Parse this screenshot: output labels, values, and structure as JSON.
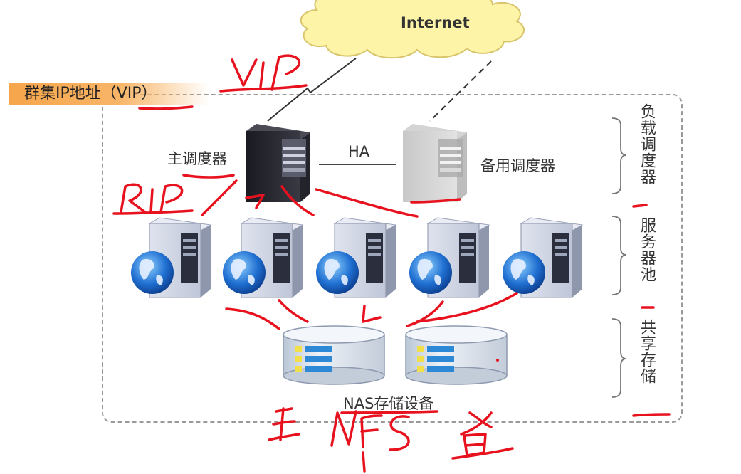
{
  "internet": {
    "label": "Internet"
  },
  "cluster": {
    "vip_label": "群集IP地址（VIP）"
  },
  "schedulers": {
    "primary_label": "主调度器",
    "ha_label": "HA",
    "backup_label": "备用调度器"
  },
  "storage": {
    "label": "NAS存储设备"
  },
  "tiers": {
    "load_balancer": "负载调度器",
    "server_pool": "服务器池",
    "shared_storage": "共享存储"
  },
  "colors": {
    "cloud_fill": "#fdf4a7",
    "cloud_stroke": "#d8c46a",
    "annotation_red": "#e8121f",
    "vip_highlight": "#f6a54a"
  },
  "icons": [
    "cloud-icon",
    "server-tower-icon",
    "globe-icon",
    "storage-drum-icon"
  ]
}
